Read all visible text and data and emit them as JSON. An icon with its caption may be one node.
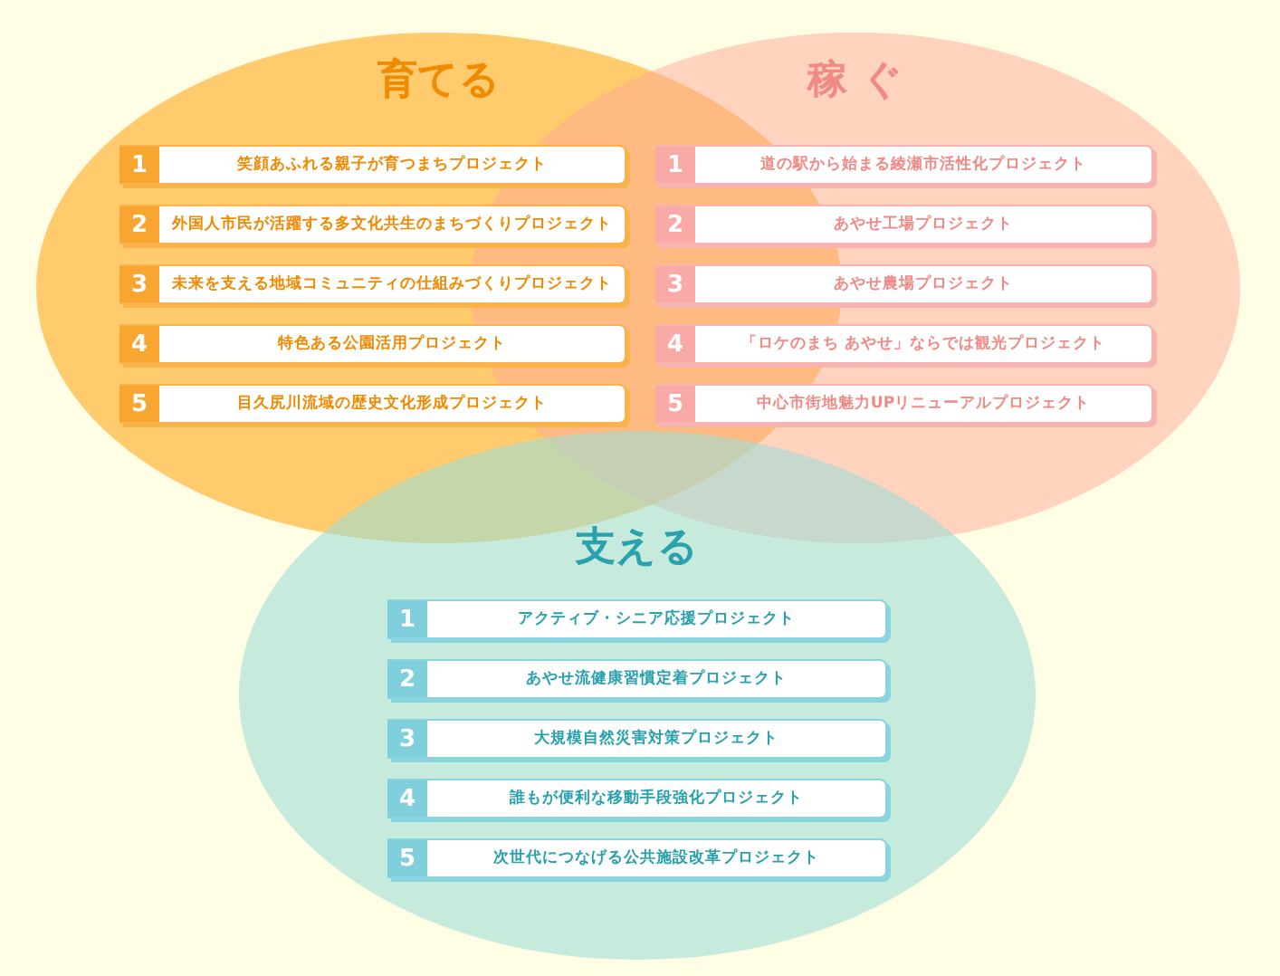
{
  "diagram": {
    "nodes": [
      {
        "text": [
          "育てる"
        ]
      },
      {
        "text": [
          "稼 ぐ"
        ]
      },
      {
        "text": [
          "1",
          "笑顔あふれる親子が育つまちプロジェクト"
        ],
        "in": 0
      },
      {
        "text": [
          "2",
          "外国人市民が活躍する多文化共生のまちづくりプロジェクト"
        ],
        "in": 0
      },
      {
        "text": [
          "3",
          "未来を支える地域コミュニティの仕組みづくりプロジェクト"
        ],
        "in": 0
      },
      {
        "text": [
          "4",
          "特色ある公園活用プロジェクト"
        ],
        "in": 0
      },
      {
        "text": [
          "5",
          "目久尻川流域の歴史文化形成プロジェクト"
        ],
        "in": 0
      },
      {
        "text": [
          "1",
          "道の駅から始まる綾瀬市活性化プロジェクト"
        ],
        "in": 1
      },
      {
        "text": [
          "2",
          "あやせ工場プロジェクト"
        ],
        "in": 1
      },
      {
        "text": [
          "3",
          "あやせ農場プロジェクト"
        ],
        "in": 1
      },
      {
        "text": [
          "4",
          "「ロケのまち あやせ」ならでは観光プロジェクト"
        ],
        "in": 1
      },
      {
        "text": [
          "5",
          "中心市街地魅力UPリニューアルプロジェクト"
        ],
        "in": 1
      },
      {
        "text": [
          "支える"
        ]
      },
      {
        "text": [
          "1",
          "アクティブ・シニア応援プロジェクト"
        ],
        "in": 12
      },
      {
        "text": [
          "2",
          "あやせ流健康習慣定着プロジェクト"
        ],
        "in": 12
      },
      {
        "text": [
          "3",
          "大規模自然災害対策プロジェクト"
        ],
        "in": 12
      },
      {
        "text": [
          "4",
          "誰もが便利な移動手段強化プロジェクト"
        ],
        "in": 12
      },
      {
        "text": [
          "5",
          "次世代につなげる公共施設改革プロジェクト"
        ],
        "in": 12
      }
    ]
  }
}
